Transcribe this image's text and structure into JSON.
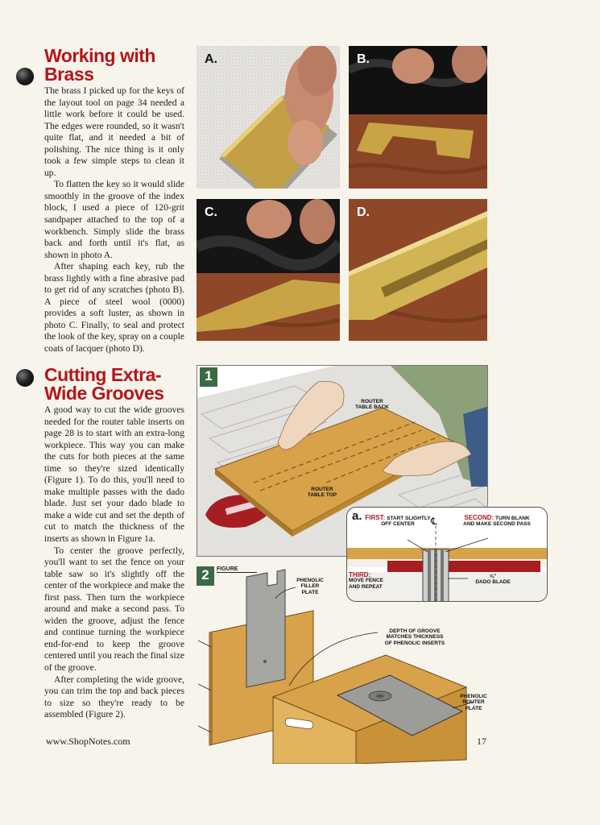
{
  "section1": {
    "title": "Working with Brass",
    "paragraphs": [
      "The brass I picked up for the keys of the layout tool on page 34 needed a little work before it could be used. The edges were rounded, so it wasn't quite flat, and it needed a bit of polishing. The nice thing is it only took a few simple steps to clean it up.",
      "To flatten the key so it would slide smoothly in the groove of the index block, I used a piece of 120-grit sandpaper attached to the top of a workbench. Simply slide the brass back and forth until it's flat, as shown in photo A.",
      "After shaping each key, rub the brass lightly with a fine abrasive pad to get rid of any scratches (photo B). A piece of steel wool (0000) provides a soft luster, as shown in photo C. Finally, to seal and protect the look of the key, spray on a couple coats of lacquer (photo D)."
    ]
  },
  "section2": {
    "title": "Cutting Extra-Wide Grooves",
    "paragraphs": [
      "A good way to cut the wide grooves needed for the router table inserts on page 28 is to start with an extra-long workpiece. This way you can make the cuts for both pieces at the same time so they're sized identically (Figure 1). To do this, you'll need to make multiple passes with the dado blade. Just set your dado blade to make a wide cut and set the depth of cut to match the thickness of the inserts as shown in Figure 1a.",
      "To center the groove perfectly, you'll want to set the fence on your table saw so it's slightly off the center of the workpiece and make the first pass. Then turn the workpiece around and make a second pass. To widen the groove, adjust the fence and continue turning the workpiece end-for-end to keep the groove centered until you reach the final size of the groove.",
      "After completing the wide groove, you can trim the top and back pieces to size so they're ready to be assembled (Figure 2)."
    ]
  },
  "photos": {
    "a": "A.",
    "b": "B.",
    "c": "C.",
    "d": "D."
  },
  "figure1": {
    "number": "1",
    "label_back_1": "Router",
    "label_back_2": "Table Back",
    "label_top_1": "Router",
    "label_top_2": "Table Top",
    "detail_letter": "a.",
    "first_head": "First:",
    "first_rest": " Start slightly off center",
    "centerline": "℄",
    "second_head": "Second:",
    "second_rest": " Turn blank and make second pass",
    "third_head": "Third:",
    "third_rest": "Move fence and repeat",
    "dado_size": "⅝\"",
    "dado_label": "Dado Blade"
  },
  "figure2": {
    "number": "2",
    "tag": "Figure",
    "filler_1": "Phenolic",
    "filler_2": "Filler",
    "filler_3": "Plate",
    "depth_1": "Depth of Groove",
    "depth_2": "Matches Thickness",
    "depth_3": "of Phenolic Inserts",
    "router_1": "Phenolic",
    "router_2": "Router",
    "router_3": "Plate"
  },
  "footer": {
    "url": "www.ShopNotes.com",
    "page": "17"
  },
  "colors": {
    "headline": "#b2161c",
    "figure_badge": "#3b6a44",
    "wood": "#d8a24a",
    "brass": "#c9a445"
  }
}
